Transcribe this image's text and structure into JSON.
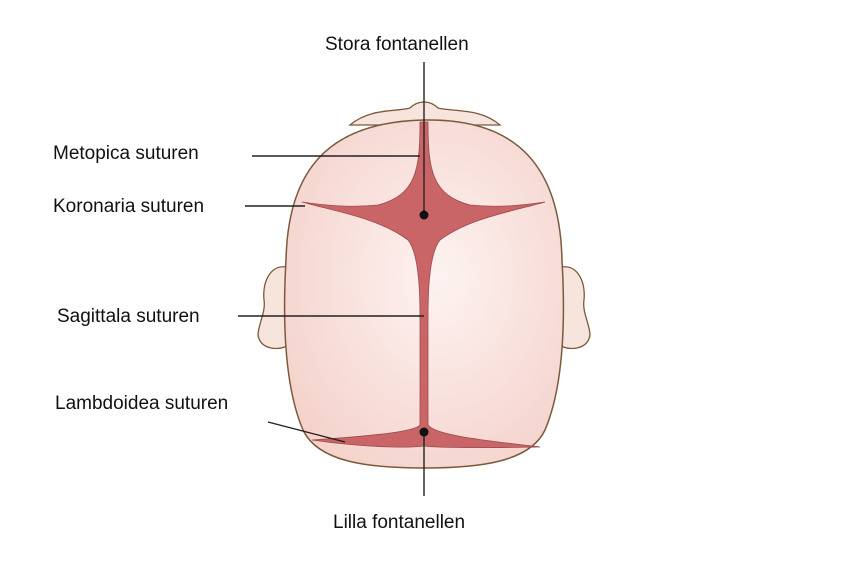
{
  "labels": {
    "stora": "Stora fontanellen",
    "metopica": "Metopica suturen",
    "koronaria": "Koronaria suturen",
    "sagittala": "Sagittala suturen",
    "lambdoidea": "Lambdoidea suturen",
    "lilla": "Lilla fontanellen"
  },
  "colors": {
    "skin": "#f7dcd6",
    "skin_light": "#fcefec",
    "suture": "#c96566",
    "outline": "#7a5a3c",
    "leader": "#222222"
  }
}
